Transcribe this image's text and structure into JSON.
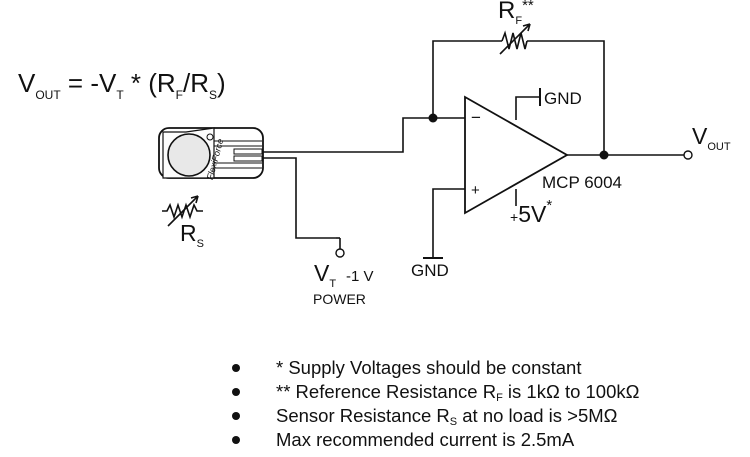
{
  "equation": {
    "v": "V",
    "out_sub": "OUT",
    "eq": " = -V",
    "t_sub": "T",
    "mid": " * (R",
    "f_sub": "F",
    "slash": "/R",
    "s_sub": "S",
    "close": ")"
  },
  "labels": {
    "rf_main": "R",
    "rf_sub": "F",
    "rf_sup": "**",
    "gnd_top": "GND",
    "gnd_bottom": "GND",
    "minus": "−",
    "plus": "+",
    "chip": "MCP 6004",
    "vout_main": "V",
    "vout_sub": "OUT",
    "supply_plus": "+",
    "supply_val": "5V",
    "supply_star": "*",
    "rs_main": "R",
    "rs_sub": "S",
    "vt_main": "V",
    "vt_sub": "T",
    "vt_val": "-1 V",
    "power": "POWER",
    "sensor_text": "FlexiForce"
  },
  "notes": [
    {
      "pre": "* Supply Voltages should be constant",
      "sub": "",
      "post": ""
    },
    {
      "pre": "** Reference Resistance R",
      "sub": "F",
      "post": " is 1kΩ to 100kΩ"
    },
    {
      "pre": "Sensor Resistance R",
      "sub": "S",
      "post": " at no load is >5MΩ"
    },
    {
      "pre": "Max recommended current is 2.5mA",
      "sub": "",
      "post": ""
    }
  ]
}
